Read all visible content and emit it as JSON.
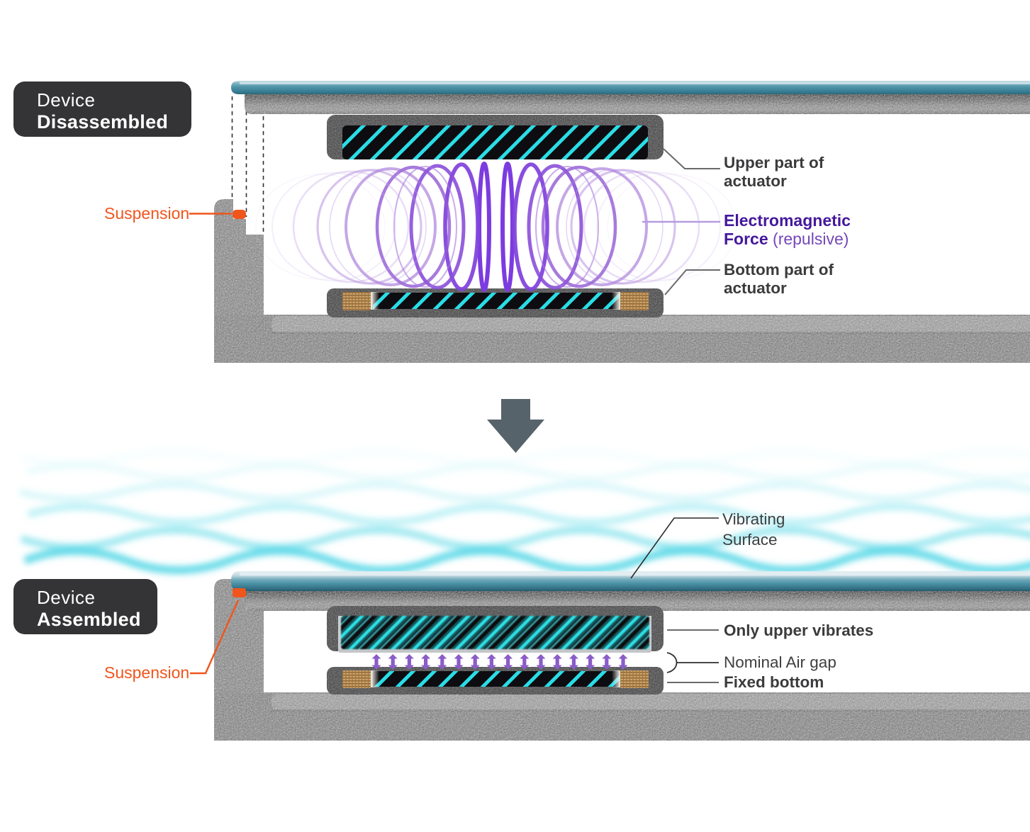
{
  "disassembled": {
    "badge": {
      "line1": "Device",
      "line2": "Disassembled"
    },
    "suspension_label": "Suspension",
    "upper_actuator_label": "Upper part of actuator",
    "em_force_label": "Electromagnetic Force",
    "em_force_qualifier": "(repulsive)",
    "bottom_actuator_label": "Bottom part of actuator"
  },
  "assembled": {
    "badge": {
      "line1": "Device",
      "line2": "Assembled"
    },
    "suspension_label": "Suspension",
    "vibrating_surface_label": "Vibrating Surface",
    "only_upper_label": "Only upper vibrates",
    "air_gap_label": "Nominal Air gap",
    "fixed_bottom_label": "Fixed bottom"
  },
  "colors": {
    "accent_orange": "#F0551C",
    "em_text_purple": "#44189C",
    "em_text_purple_light": "#7448B8",
    "badge_background": "#343436",
    "label_dark": "#3B3B3D",
    "glass_teal": "#4F95A8",
    "magnet_hatch_cyan": "#2ADDE6",
    "field_ring_purple": "#8A4FE0",
    "gap_arrow_purple": "#8A5CC8",
    "coil_copper": "#CDA269",
    "chassis_gray": "#8F8F8F",
    "actuator_frame_dark": "#37373B",
    "transform_arrow_gray": "#57636A",
    "wave_cyan": "#3ED2E4"
  },
  "icons": {
    "transform_arrow": "down-arrow",
    "air_gap_arrows": "up-down-arrow",
    "field_rings": "electromagnetic-field-rings",
    "waves": "sound-waves"
  }
}
